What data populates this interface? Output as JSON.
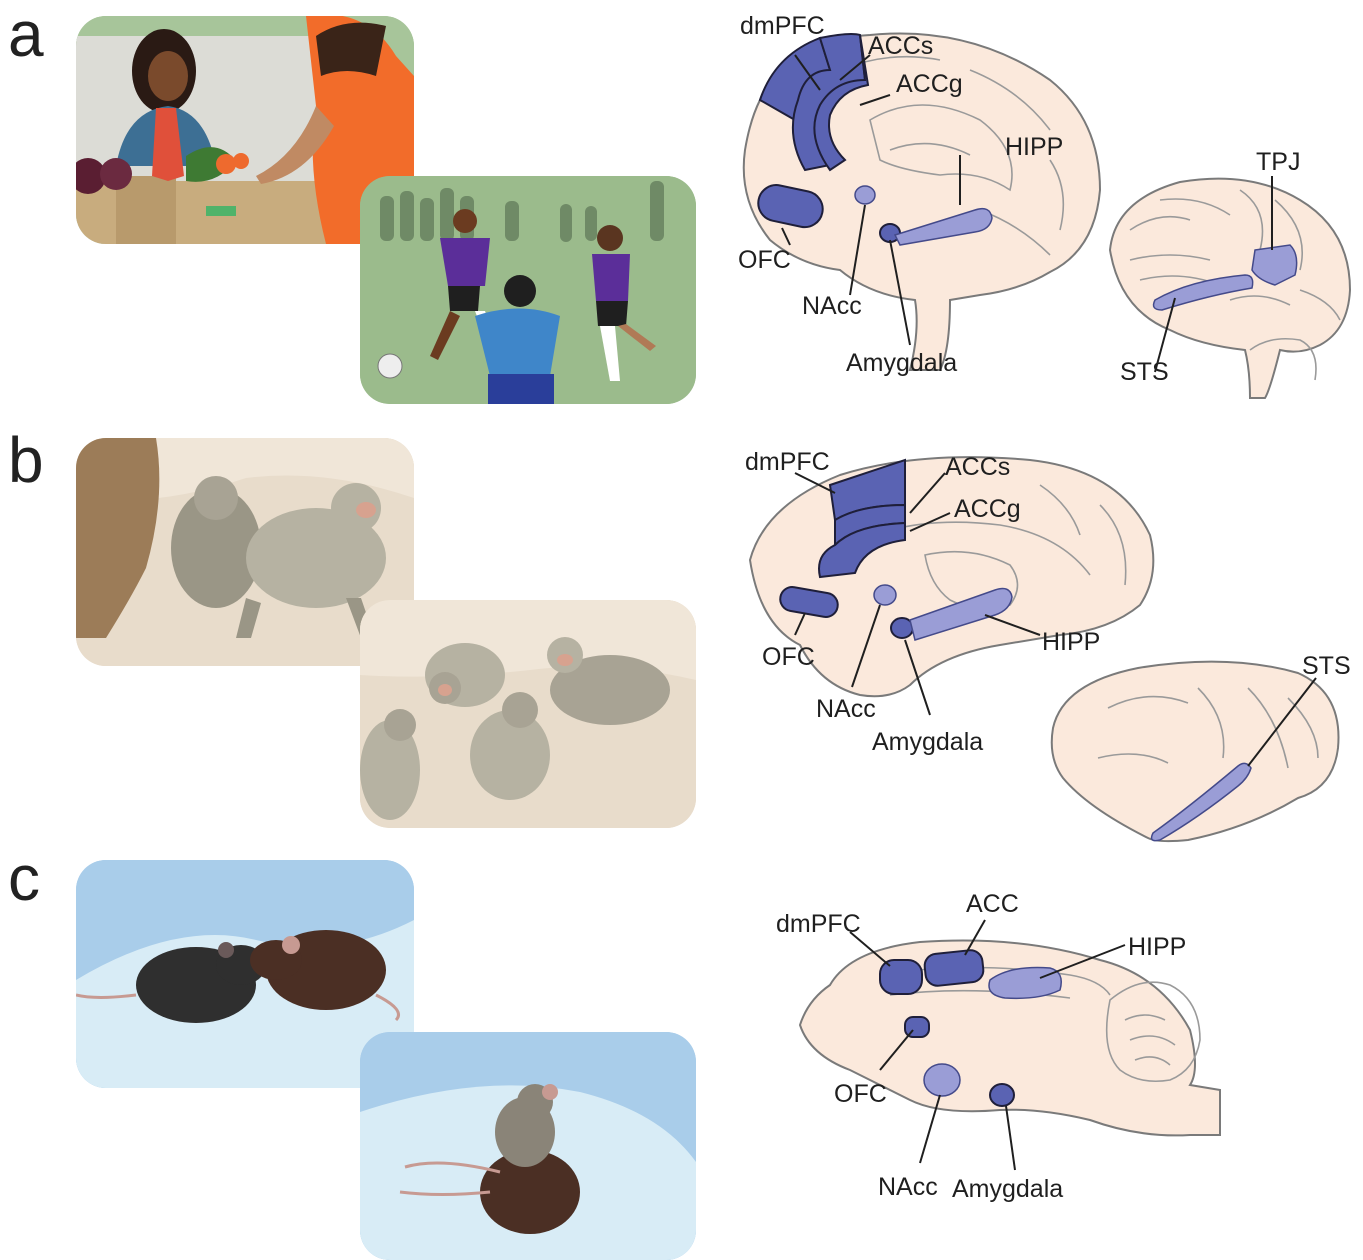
{
  "panels": {
    "a": {
      "letter": "a",
      "labels": {
        "dmpfc": "dmPFC",
        "accs": "ACCs",
        "accg": "ACCg",
        "hipp": "HIPP",
        "ofc": "OFC",
        "nacc": "NAcc",
        "amygdala": "Amygdala",
        "tpj": "TPJ",
        "sts": "STS"
      }
    },
    "b": {
      "letter": "b",
      "labels": {
        "dmpfc": "dmPFC",
        "accs": "ACCs",
        "accg": "ACCg",
        "hipp": "HIPP",
        "ofc": "OFC",
        "nacc": "NAcc",
        "amygdala": "Amygdala",
        "sts": "STS"
      }
    },
    "c": {
      "letter": "c",
      "labels": {
        "dmpfc": "dmPFC",
        "acc": "ACC",
        "hipp": "HIPP",
        "ofc": "OFC",
        "nacc": "NAcc",
        "amygdala": "Amygdala"
      }
    }
  },
  "colors": {
    "region_dark": "#5a63b3",
    "region_light": "#9a9dd6",
    "brain_fill": "#fbe9dc",
    "scene_human_bg": "#9bbb8c",
    "scene_monkey_bg": "#e6d9c6",
    "scene_mouse_bg": "#a9cdea"
  },
  "icons": [
    "human-market-scene-icon",
    "human-soccer-scene-icon",
    "monkey-grooming-scene-icon",
    "monkey-group-scene-icon",
    "mouse-sniffing-scene-icon",
    "mouse-huddle-scene-icon"
  ]
}
